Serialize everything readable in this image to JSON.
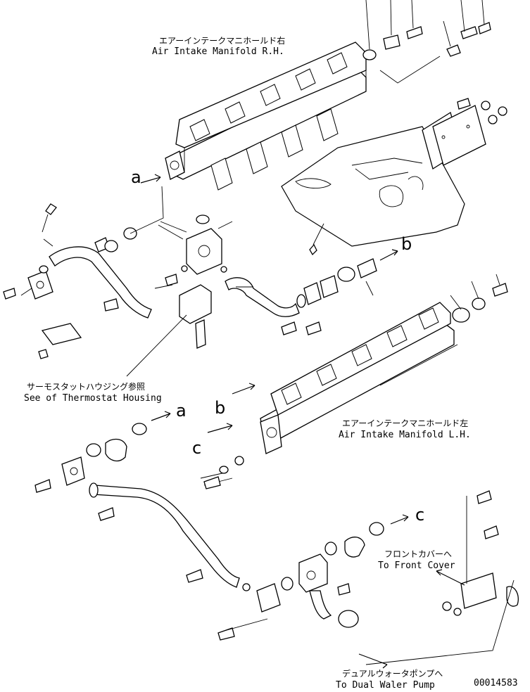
{
  "labels": {
    "manifold_rh_jp": "エアーインテークマニホールド右",
    "manifold_rh_en": "Air Intake Manifold R.H.",
    "manifold_lh_jp": "エアーインテークマニホールド左",
    "manifold_lh_en": "Air Intake Manifold L.H.",
    "thermostat_jp": "サーモスタットハウジング参照",
    "thermostat_en": "See of Thermostat Housing",
    "front_cover_jp": "フロントカバーへ",
    "front_cover_en": "To Front Cover",
    "water_pump_jp": "デュアルウォータポンプへ",
    "water_pump_en": "To Dual Waler Pump",
    "drawing_number": "00014583"
  },
  "connection_markers": {
    "a_left": "a",
    "a_mid": "a",
    "b_right": "b",
    "b_left": "b",
    "c_left": "c",
    "c_right": "c"
  }
}
